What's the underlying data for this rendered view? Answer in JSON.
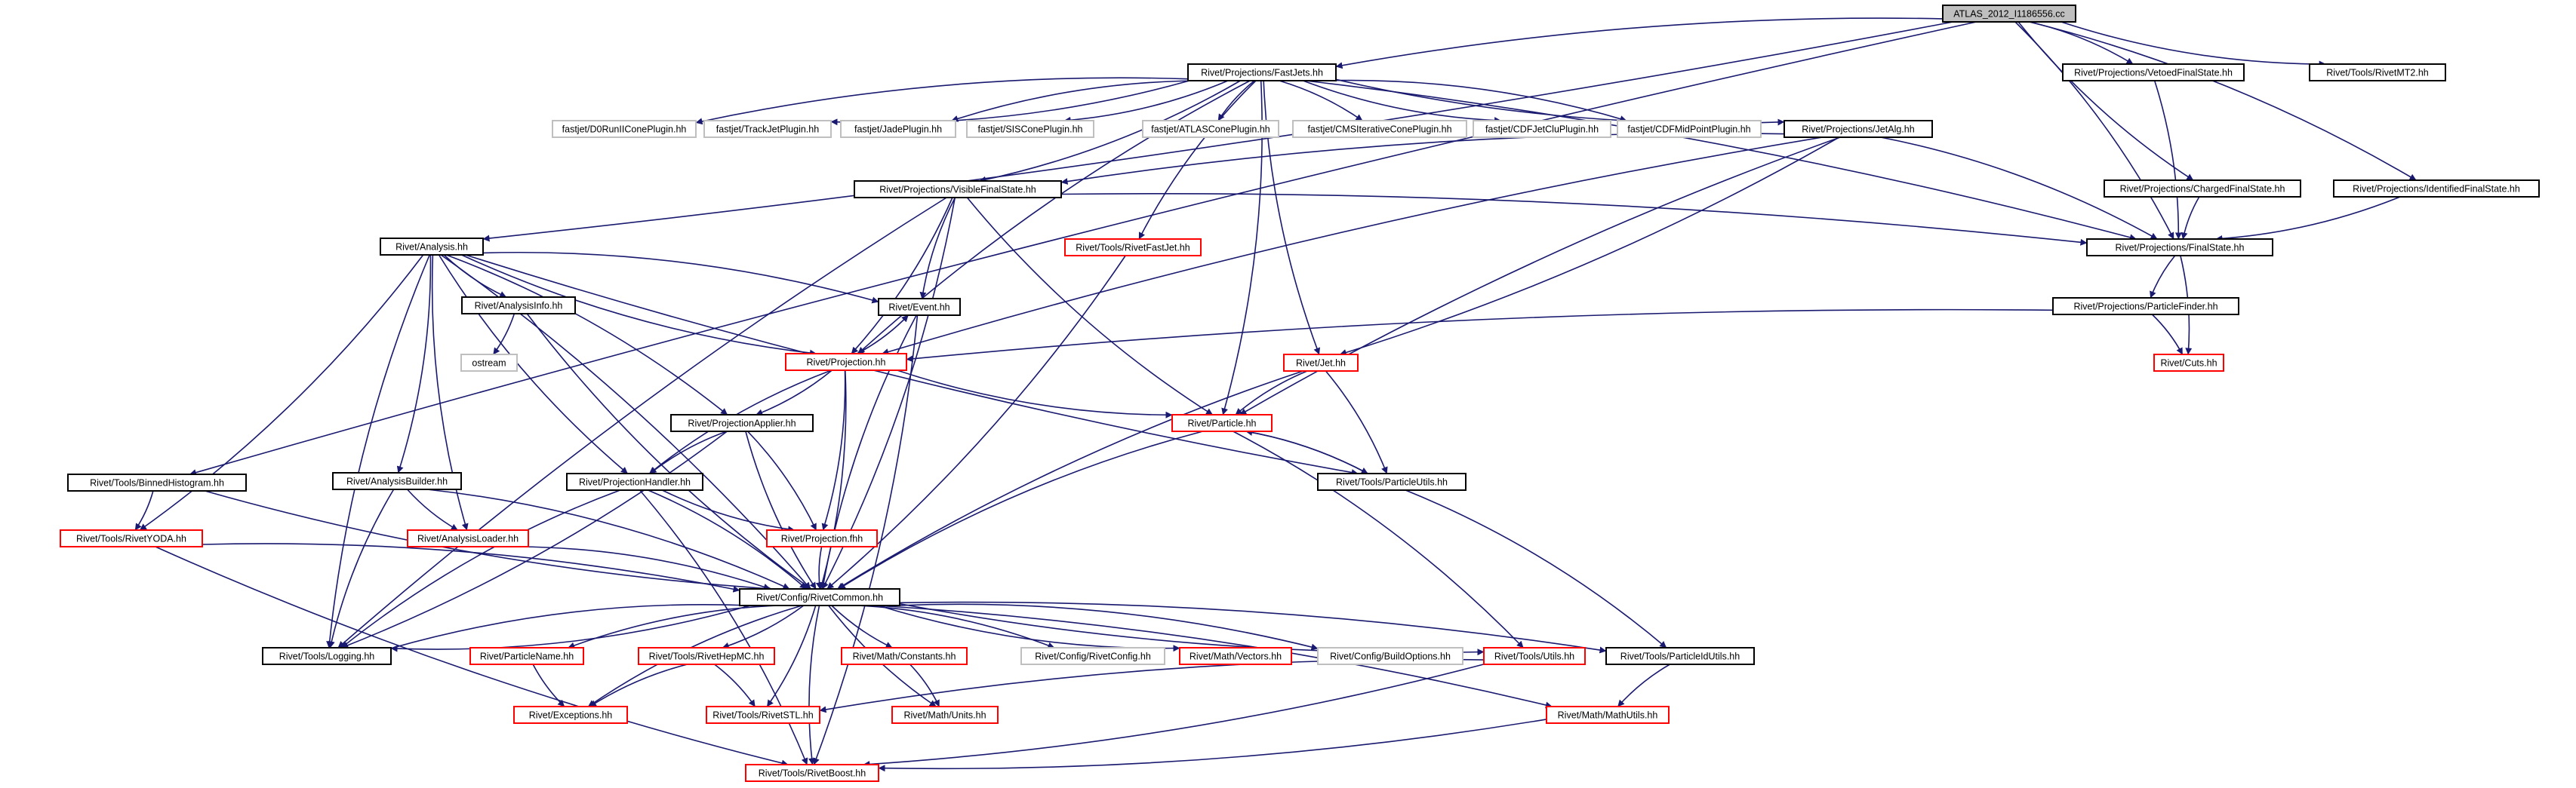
{
  "title": "ATLAS_2012_I1186556.cc",
  "colors": {
    "edge": "#191970",
    "normal_border": "#000000",
    "missing_border": "#bfbfbf",
    "incomplete_border": "#ff0000",
    "root_fill": "#bfbfbf",
    "node_fill": "#ffffff",
    "text": "#000000"
  },
  "nodes": {
    "root": {
      "label": "ATLAS_2012_I1186556.cc",
      "kind": "root"
    },
    "fastjets": {
      "label": "Rivet/Projections/FastJets.hh",
      "kind": "normal"
    },
    "vetoed": {
      "label": "Rivet/Projections/VetoedFinalState.hh",
      "kind": "normal"
    },
    "mt2": {
      "label": "Rivet/Tools/RivetMT2.hh",
      "kind": "normal"
    },
    "d0run": {
      "label": "fastjet/D0RunIIConePlugin.hh",
      "kind": "missing"
    },
    "trackjet": {
      "label": "fastjet/TrackJetPlugin.hh",
      "kind": "missing"
    },
    "jade": {
      "label": "fastjet/JadePlugin.hh",
      "kind": "missing"
    },
    "siscone": {
      "label": "fastjet/SISConePlugin.hh",
      "kind": "missing"
    },
    "atlascone": {
      "label": "fastjet/ATLASConePlugin.hh",
      "kind": "missing"
    },
    "cmscone": {
      "label": "fastjet/CMSIterativeConePlugin.hh",
      "kind": "missing"
    },
    "cdfjetclu": {
      "label": "fastjet/CDFJetCluPlugin.hh",
      "kind": "missing"
    },
    "cdfmid": {
      "label": "fastjet/CDFMidPointPlugin.hh",
      "kind": "missing"
    },
    "jetalg": {
      "label": "Rivet/Projections/JetAlg.hh",
      "kind": "normal"
    },
    "charged": {
      "label": "Rivet/Projections/ChargedFinalState.hh",
      "kind": "normal"
    },
    "identified": {
      "label": "Rivet/Projections/IdentifiedFinalState.hh",
      "kind": "normal"
    },
    "visible": {
      "label": "Rivet/Projections/VisibleFinalState.hh",
      "kind": "normal"
    },
    "rivetfastjet": {
      "label": "Rivet/Tools/RivetFastJet.hh",
      "kind": "incomplete"
    },
    "finalstate": {
      "label": "Rivet/Projections/FinalState.hh",
      "kind": "normal"
    },
    "analysis": {
      "label": "Rivet/Analysis.hh",
      "kind": "normal"
    },
    "analysisinfo": {
      "label": "Rivet/AnalysisInfo.hh",
      "kind": "normal"
    },
    "event": {
      "label": "Rivet/Event.hh",
      "kind": "normal"
    },
    "particlefinder": {
      "label": "Rivet/Projections/ParticleFinder.hh",
      "kind": "normal"
    },
    "ostream": {
      "label": "ostream",
      "kind": "missing"
    },
    "projection": {
      "label": "Rivet/Projection.hh",
      "kind": "incomplete"
    },
    "jet": {
      "label": "Rivet/Jet.hh",
      "kind": "incomplete"
    },
    "cuts": {
      "label": "Rivet/Cuts.hh",
      "kind": "incomplete"
    },
    "projapplier": {
      "label": "Rivet/ProjectionApplier.hh",
      "kind": "normal"
    },
    "particle": {
      "label": "Rivet/Particle.hh",
      "kind": "incomplete"
    },
    "analysisbuilder": {
      "label": "Rivet/AnalysisBuilder.hh",
      "kind": "normal"
    },
    "binnedhisto": {
      "label": "Rivet/Tools/BinnedHistogram.hh",
      "kind": "normal"
    },
    "projhandler": {
      "label": "Rivet/ProjectionHandler.hh",
      "kind": "normal"
    },
    "particleutils": {
      "label": "Rivet/Tools/ParticleUtils.hh",
      "kind": "normal"
    },
    "rivetyoda": {
      "label": "Rivet/Tools/RivetYODA.hh",
      "kind": "incomplete"
    },
    "analysisloader": {
      "label": "Rivet/AnalysisLoader.hh",
      "kind": "incomplete"
    },
    "projfhh": {
      "label": "Rivet/Projection.fhh",
      "kind": "incomplete"
    },
    "rivetcommon": {
      "label": "Rivet/Config/RivetCommon.hh",
      "kind": "normal"
    },
    "logging": {
      "label": "Rivet/Tools/Logging.hh",
      "kind": "normal"
    },
    "particlename": {
      "label": "Rivet/ParticleName.hh",
      "kind": "incomplete"
    },
    "rivethepmc": {
      "label": "Rivet/Tools/RivetHepMC.hh",
      "kind": "incomplete"
    },
    "constants": {
      "label": "Rivet/Math/Constants.hh",
      "kind": "incomplete"
    },
    "rivetconfig": {
      "label": "Rivet/Config/RivetConfig.hh",
      "kind": "missing"
    },
    "vectors": {
      "label": "Rivet/Math/Vectors.hh",
      "kind": "incomplete"
    },
    "buildoptions": {
      "label": "Rivet/Config/BuildOptions.hh",
      "kind": "missing"
    },
    "utils": {
      "label": "Rivet/Tools/Utils.hh",
      "kind": "incomplete"
    },
    "particleidutils": {
      "label": "Rivet/Tools/ParticleIdUtils.hh",
      "kind": "normal"
    },
    "exceptions": {
      "label": "Rivet/Exceptions.hh",
      "kind": "incomplete"
    },
    "rivetstl": {
      "label": "Rivet/Tools/RivetSTL.hh",
      "kind": "incomplete"
    },
    "units": {
      "label": "Rivet/Math/Units.hh",
      "kind": "incomplete"
    },
    "mathutils": {
      "label": "Rivet/Math/MathUtils.hh",
      "kind": "incomplete"
    },
    "rivetboost": {
      "label": "Rivet/Tools/RivetBoost.hh",
      "kind": "incomplete"
    }
  },
  "edges": [
    [
      "root",
      "fastjets"
    ],
    [
      "root",
      "vetoed"
    ],
    [
      "root",
      "mt2"
    ],
    [
      "root",
      "analysis"
    ],
    [
      "root",
      "binnedhisto"
    ],
    [
      "root",
      "finalstate"
    ],
    [
      "root",
      "charged"
    ],
    [
      "root",
      "identified"
    ],
    [
      "fastjets",
      "d0run"
    ],
    [
      "fastjets",
      "trackjet"
    ],
    [
      "fastjets",
      "jade"
    ],
    [
      "fastjets",
      "siscone"
    ],
    [
      "fastjets",
      "atlascone"
    ],
    [
      "fastjets",
      "cmscone"
    ],
    [
      "fastjets",
      "cdfjetclu"
    ],
    [
      "fastjets",
      "cdfmid"
    ],
    [
      "fastjets",
      "jetalg"
    ],
    [
      "fastjets",
      "visible"
    ],
    [
      "fastjets",
      "rivetfastjet"
    ],
    [
      "fastjets",
      "finalstate"
    ],
    [
      "fastjets",
      "projection"
    ],
    [
      "fastjets",
      "particle"
    ],
    [
      "fastjets",
      "jet"
    ],
    [
      "vetoed",
      "finalstate"
    ],
    [
      "charged",
      "finalstate"
    ],
    [
      "identified",
      "finalstate"
    ],
    [
      "jetalg",
      "visible"
    ],
    [
      "jetalg",
      "finalstate"
    ],
    [
      "jetalg",
      "projection"
    ],
    [
      "jetalg",
      "jet"
    ],
    [
      "jetalg",
      "particle"
    ],
    [
      "visible",
      "finalstate"
    ],
    [
      "visible",
      "event"
    ],
    [
      "visible",
      "projection"
    ],
    [
      "visible",
      "particle"
    ],
    [
      "visible",
      "rivetcommon"
    ],
    [
      "visible",
      "logging"
    ],
    [
      "rivetfastjet",
      "rivetcommon"
    ],
    [
      "finalstate",
      "particlefinder"
    ],
    [
      "finalstate",
      "cuts"
    ],
    [
      "particlefinder",
      "projection"
    ],
    [
      "particlefinder",
      "cuts"
    ],
    [
      "analysis",
      "analysisinfo"
    ],
    [
      "analysis",
      "event"
    ],
    [
      "analysis",
      "projection"
    ],
    [
      "analysis",
      "projapplier"
    ],
    [
      "analysis",
      "projhandler"
    ],
    [
      "analysis",
      "analysisbuilder"
    ],
    [
      "analysis",
      "analysisloader"
    ],
    [
      "analysis",
      "rivetyoda"
    ],
    [
      "analysis",
      "logging"
    ],
    [
      "analysis",
      "rivetcommon"
    ],
    [
      "analysis",
      "particleutils"
    ],
    [
      "analysisinfo",
      "ostream"
    ],
    [
      "analysisinfo",
      "rivetcommon"
    ],
    [
      "event",
      "projection"
    ],
    [
      "event",
      "rivetcommon"
    ],
    [
      "event",
      "rivetboost"
    ],
    [
      "projection",
      "event"
    ],
    [
      "projection",
      "projapplier"
    ],
    [
      "projection",
      "projhandler"
    ],
    [
      "projection",
      "projfhh"
    ],
    [
      "projection",
      "particle"
    ],
    [
      "projection",
      "rivetcommon"
    ],
    [
      "jet",
      "particle"
    ],
    [
      "jet",
      "particleutils"
    ],
    [
      "jet",
      "rivetcommon"
    ],
    [
      "particle",
      "particleutils"
    ],
    [
      "particle",
      "rivetcommon"
    ],
    [
      "particle",
      "utils"
    ],
    [
      "particleutils",
      "particle"
    ],
    [
      "particleutils",
      "particleidutils"
    ],
    [
      "projapplier",
      "projhandler"
    ],
    [
      "projapplier",
      "projfhh"
    ],
    [
      "projapplier",
      "rivetcommon"
    ],
    [
      "projapplier",
      "logging"
    ],
    [
      "projhandler",
      "projfhh"
    ],
    [
      "projhandler",
      "rivetcommon"
    ],
    [
      "projhandler",
      "logging"
    ],
    [
      "projhandler",
      "rivetboost"
    ],
    [
      "analysisbuilder",
      "analysisloader"
    ],
    [
      "analysisbuilder",
      "rivetcommon"
    ],
    [
      "analysisbuilder",
      "logging"
    ],
    [
      "binnedhisto",
      "rivetyoda"
    ],
    [
      "binnedhisto",
      "rivetcommon"
    ],
    [
      "rivetyoda",
      "rivetcommon"
    ],
    [
      "rivetyoda",
      "rivetboost"
    ],
    [
      "analysisloader",
      "rivetcommon"
    ],
    [
      "projfhh",
      "rivetcommon"
    ],
    [
      "rivetcommon",
      "logging"
    ],
    [
      "rivetcommon",
      "particlename"
    ],
    [
      "rivetcommon",
      "rivethepmc"
    ],
    [
      "rivetcommon",
      "constants"
    ],
    [
      "rivetcommon",
      "rivetconfig"
    ],
    [
      "rivetcommon",
      "vectors"
    ],
    [
      "rivetcommon",
      "buildoptions"
    ],
    [
      "rivetcommon",
      "utils"
    ],
    [
      "rivetcommon",
      "particleidutils"
    ],
    [
      "rivetcommon",
      "exceptions"
    ],
    [
      "rivetcommon",
      "rivetstl"
    ],
    [
      "rivetcommon",
      "units"
    ],
    [
      "rivetcommon",
      "mathutils"
    ],
    [
      "rivetcommon",
      "rivetboost"
    ],
    [
      "logging",
      "rivetcommon"
    ],
    [
      "particlename",
      "exceptions"
    ],
    [
      "rivethepmc",
      "rivetstl"
    ],
    [
      "rivethepmc",
      "exceptions"
    ],
    [
      "constants",
      "units"
    ],
    [
      "utils",
      "rivetstl"
    ],
    [
      "utils",
      "rivetboost"
    ],
    [
      "particleidutils",
      "mathutils"
    ],
    [
      "mathutils",
      "rivetboost"
    ]
  ]
}
